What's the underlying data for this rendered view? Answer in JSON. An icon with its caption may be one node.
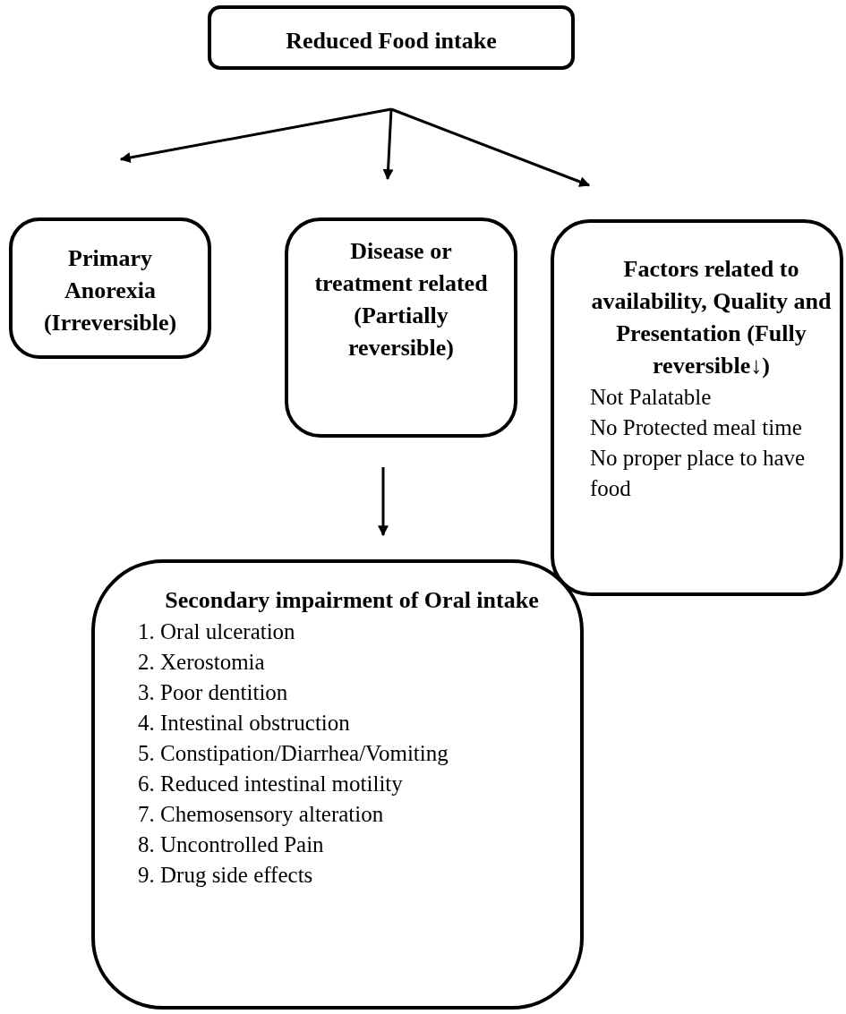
{
  "diagram": {
    "nodes": [
      {
        "text": [
          "Reduced Food intake"
        ]
      },
      {
        "text": [
          "Primary Anorexia (Irreversible)"
        ]
      },
      {
        "text": [
          "Disease or treatment related (Partially reversible)"
        ]
      },
      {
        "text": [
          "Factors related to availability, Quality and Presentation (Fully reversible↓)",
          "Not Palatable",
          "No Protected meal time",
          "No proper place to have food"
        ]
      },
      {
        "text": [
          "Secondary impairment of Oral intake",
          "1. Oral ulceration",
          "2. Xerostomia",
          "3. Poor dentition",
          "4. Intestinal obstruction",
          "5. Constipation/Diarrhea/Vomiting",
          "6. Reduced intestinal motility",
          "7. Chemosensory alteration",
          "8. Uncontrolled Pain",
          "9. Drug side effects"
        ]
      }
    ],
    "edges": [
      {
        "from": 0,
        "to": 1,
        "arrow": "to"
      },
      {
        "from": 0,
        "to": 2,
        "arrow": "to"
      },
      {
        "from": 0,
        "to": 3,
        "arrow": "to"
      },
      {
        "from": 2,
        "to": 4,
        "arrow": "to"
      }
    ]
  }
}
